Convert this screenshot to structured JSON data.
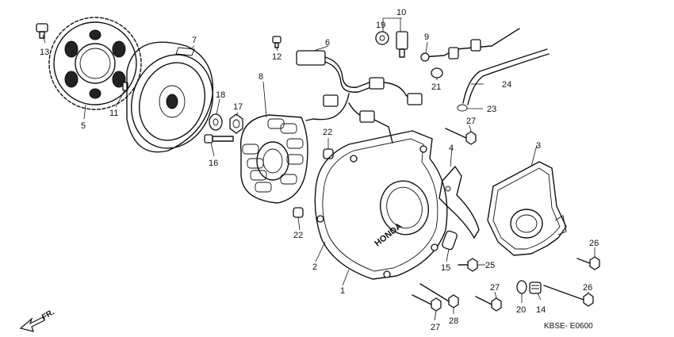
{
  "diagram": {
    "code": "KBSE- E0600",
    "direction": "FR.",
    "brand_text": "HONDA",
    "callouts": {
      "c1": "1",
      "c2": "2",
      "c3": "3",
      "c4": "4",
      "c5": "5",
      "c6": "6",
      "c7": "7",
      "c8": "8",
      "c9": "9",
      "c10": "10",
      "c11": "11",
      "c12": "12",
      "c13": "13",
      "c14": "14",
      "c15": "15",
      "c16": "16",
      "c17": "17",
      "c18": "18",
      "c19": "19",
      "c20": "20",
      "c21": "21",
      "c22a": "22",
      "c22b": "22",
      "c23": "23",
      "c24": "24",
      "c25": "25",
      "c26a": "26",
      "c26b": "26",
      "c27a": "27",
      "c27b": "27",
      "c27c": "27",
      "c28": "28"
    }
  }
}
